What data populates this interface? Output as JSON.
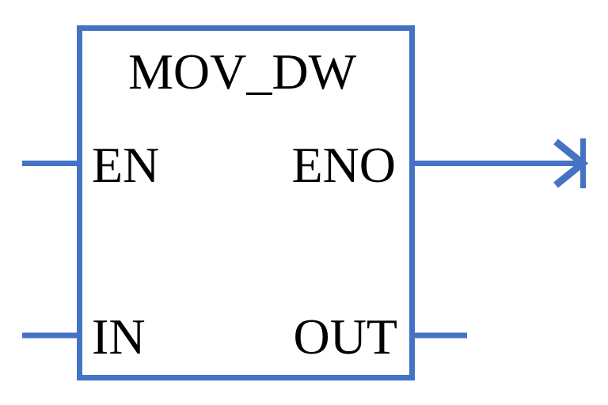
{
  "diagram": {
    "block": {
      "title": "MOV_DW",
      "ports": {
        "inputs": [
          "EN",
          "IN"
        ],
        "outputs": [
          "ENO",
          "OUT"
        ]
      }
    },
    "colors": {
      "accent": "#4472C4",
      "text": "#000000",
      "background": "#FFFFFF"
    }
  }
}
